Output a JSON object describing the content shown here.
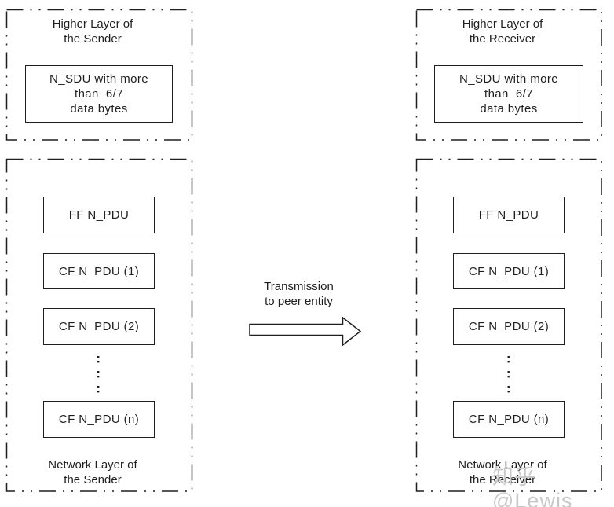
{
  "sender": {
    "higher_layer_label": "Higher Layer of\nthe Sender",
    "sdu_label": "N_SDU with more\nthan  6/7\ndata bytes",
    "pdu_boxes": [
      "FF N_PDU",
      "CF N_PDU (1)",
      "CF N_PDU (2)",
      "CF N_PDU (n)"
    ],
    "network_layer_label": "Network Layer of\nthe Sender"
  },
  "receiver": {
    "higher_layer_label": "Higher Layer of\nthe Receiver",
    "sdu_label": "N_SDU with more\nthan  6/7\ndata bytes",
    "pdu_boxes": [
      "FF N_PDU",
      "CF N_PDU (1)",
      "CF N_PDU (2)",
      "CF N_PDU (n)"
    ],
    "network_layer_label": "Network Layer of\nthe Receiver"
  },
  "transmission_label": "Transmission\nto peer entity",
  "watermark": "知乎@Lewis",
  "colors": {
    "line": "#1f1f1f",
    "watermark": "#c9c9c9",
    "background": "#ffffff"
  }
}
